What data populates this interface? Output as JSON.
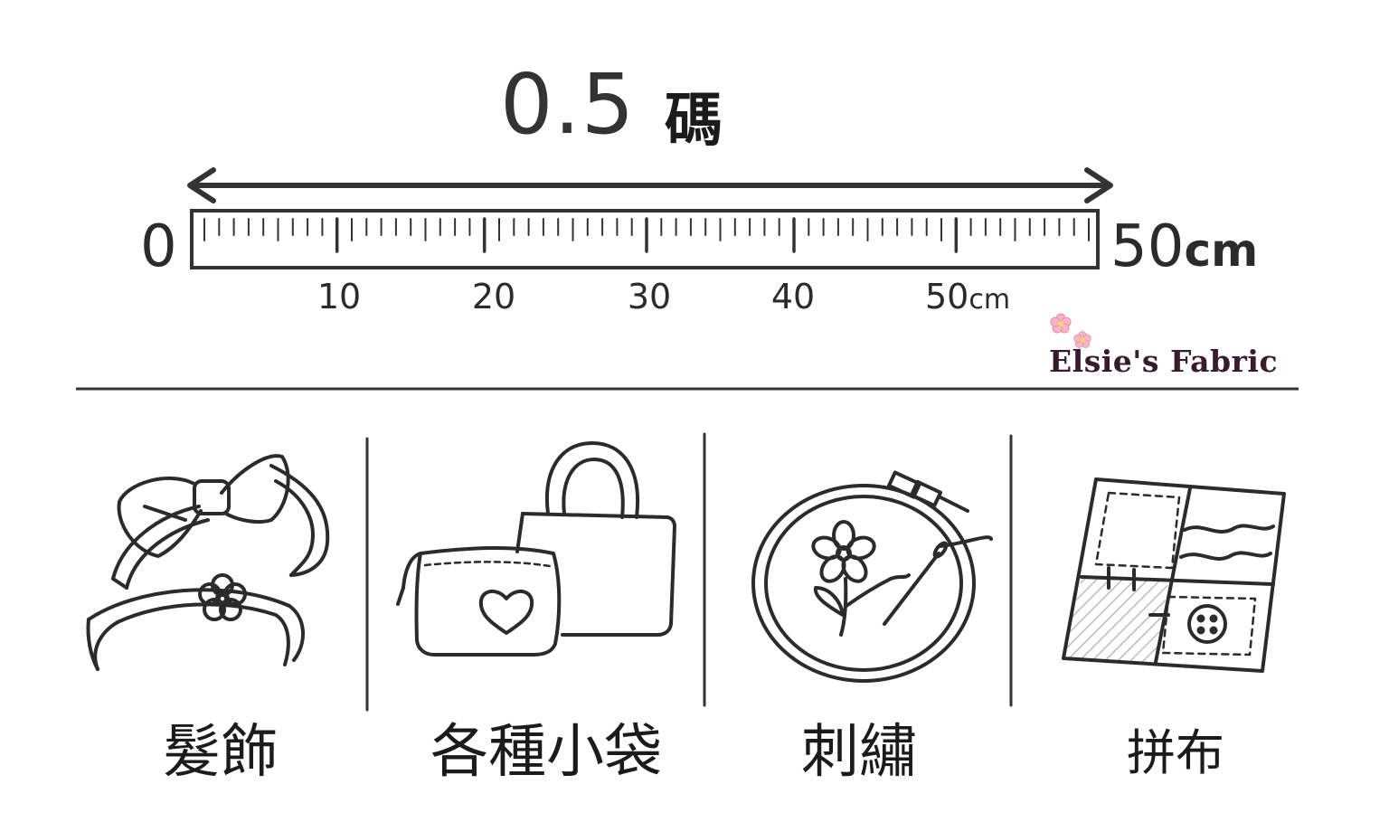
{
  "title": {
    "value": "0.5",
    "unit": "碼"
  },
  "ruler": {
    "start_label": "0",
    "end_value": "50",
    "end_unit": "cm",
    "tick_labels": [
      "10",
      "20",
      "30",
      "40",
      "50"
    ],
    "last_tick_unit": "cm"
  },
  "brand": {
    "name": "Elsie's Fabric",
    "icon": "flower-icon"
  },
  "categories": [
    {
      "label": "髮飾",
      "icon": "hair-accessory-icon"
    },
    {
      "label": "各種小袋",
      "icon": "bags-icon"
    },
    {
      "label": "刺繡",
      "icon": "embroidery-hoop-icon"
    },
    {
      "label": "拼布",
      "icon": "patchwork-icon"
    }
  ]
}
